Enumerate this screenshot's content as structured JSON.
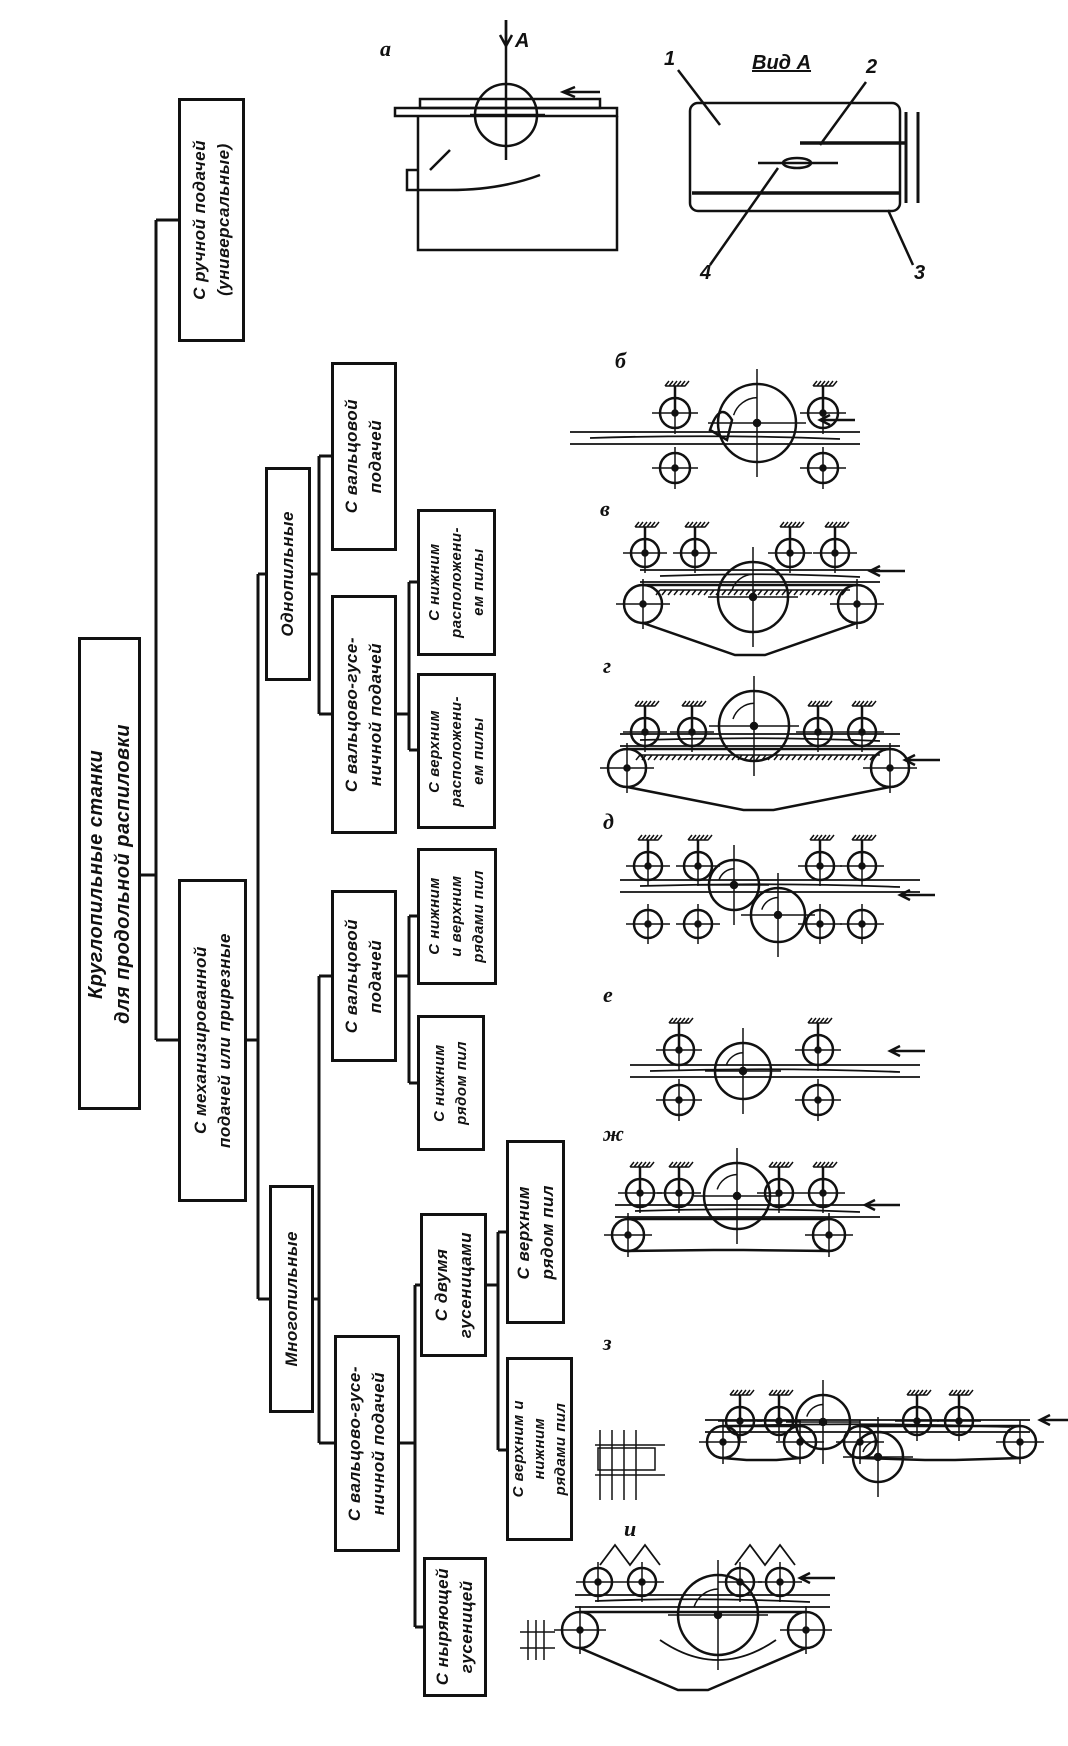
{
  "tree": {
    "root": "Круглопильные станки\nдля продольной распиловки",
    "manual": "С ручной подачей\n(универсальные)",
    "mechanized": "С механизированной\nподачей или прирезные",
    "single_saw": "Однопильные",
    "multi_saw": "Многопильные",
    "single_roller": "С вальцовой\nподачей",
    "single_roller_track": "С вальцово-гусе-\nничной подачей",
    "single_lower": "С нижним\nрасположени-\nем пилы",
    "single_upper": "С верхним\nрасположени-\nем пилы",
    "multi_roller": "С вальцовой\nподачей",
    "multi_upper_lower": "С нижним\nи верхним\nрядами пил",
    "multi_lower": "С нижним\nрядом пил",
    "multi_roller_track": "С вальцово-гусе-\nничной подачей",
    "two_tracks": "С двумя\nгусеницами",
    "upper_row": "С верхним\nрядом пил",
    "upper_lower_rows": "С верхним и\nнижним\nрядами пил",
    "diving_track": "С ныряющей\nгусеницей"
  },
  "schemes": {
    "a": "а",
    "b": "б",
    "v": "в",
    "g": "г",
    "d": "д",
    "e": "е",
    "zh": "ж",
    "z": "з",
    "i": "и"
  },
  "view": {
    "title": "Вид А",
    "arrow_label": "А",
    "callouts": [
      "1",
      "2",
      "3",
      "4"
    ]
  }
}
